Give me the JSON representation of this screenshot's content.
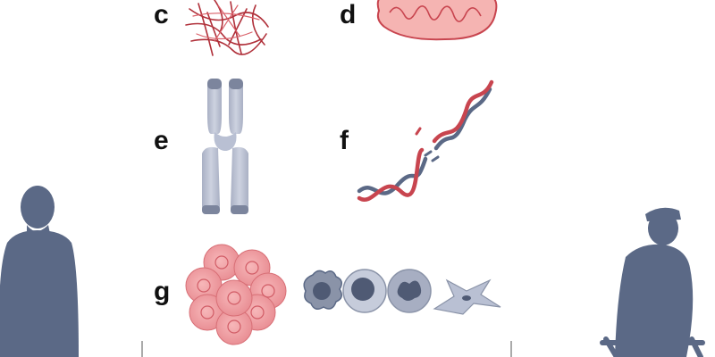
{
  "panels": {
    "c": "c",
    "d": "d",
    "e": "e",
    "f": "f",
    "g": "g"
  },
  "colors": {
    "figure": "#5b6986",
    "strand_red": "#c8454f",
    "strand_blue": "#5b6986",
    "mito_fill": "#f5b4b2",
    "chromosome": "#b9c0d3",
    "stem_cell": "#ef9a9e"
  }
}
